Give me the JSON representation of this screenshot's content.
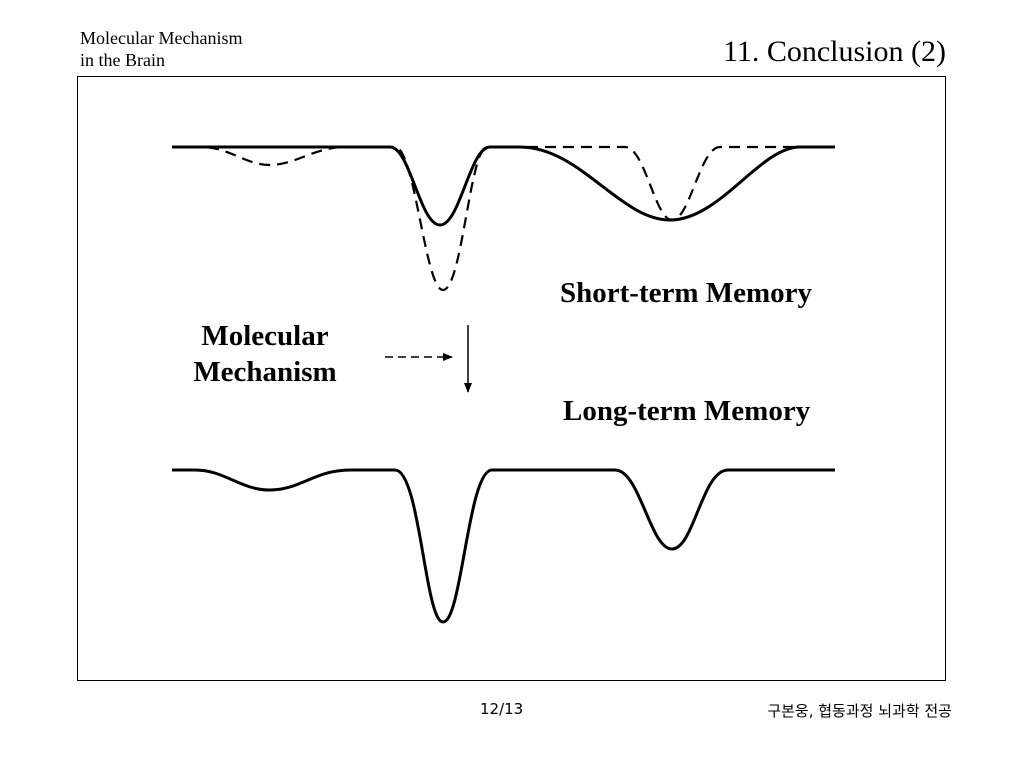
{
  "header": {
    "course_line1": "Molecular Mechanism",
    "course_line2": "in the Brain",
    "slide_title": "11. Conclusion (2)"
  },
  "diagram": {
    "label_short_term": "Short-term Memory",
    "label_long_term": "Long-term Memory",
    "label_mechanism_line1": "Molecular",
    "label_mechanism_line2": "Mechanism"
  },
  "footer": {
    "page": "12/13",
    "author": "구본웅, 협동과정 뇌과학 전공"
  }
}
